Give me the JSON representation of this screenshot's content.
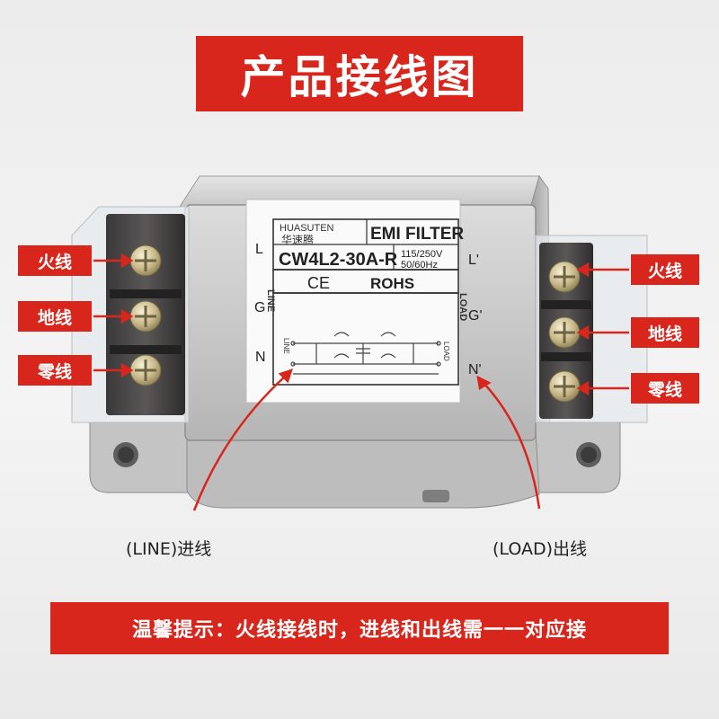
{
  "title": "产品接线图",
  "label": {
    "brand_en": "HUASUTEN",
    "brand_cn": "华速腾",
    "product_type": "EMI FILTER",
    "model": "CW4L2-30A-R",
    "voltage": "115/250V",
    "frequency": "50/60Hz",
    "ce_mark": "CE",
    "rohs": "ROHS",
    "side_line": "LINE",
    "side_load": "LOAD",
    "schematic_line": "LINE",
    "schematic_load": "LOAD"
  },
  "terminals_left": [
    "L",
    "G",
    "N"
  ],
  "terminals_right": [
    "L'",
    "G'",
    "N'"
  ],
  "tags_left": [
    "火线",
    "地线",
    "零线"
  ],
  "tags_right": [
    "火线",
    "地线",
    "零线"
  ],
  "captions": {
    "line_in": "(LINE)进线",
    "load_out": "(LOAD)出线"
  },
  "tip": "温馨提示：火线接线时，进线和出线需一一对应接",
  "colors": {
    "accent": "#d9261c"
  }
}
